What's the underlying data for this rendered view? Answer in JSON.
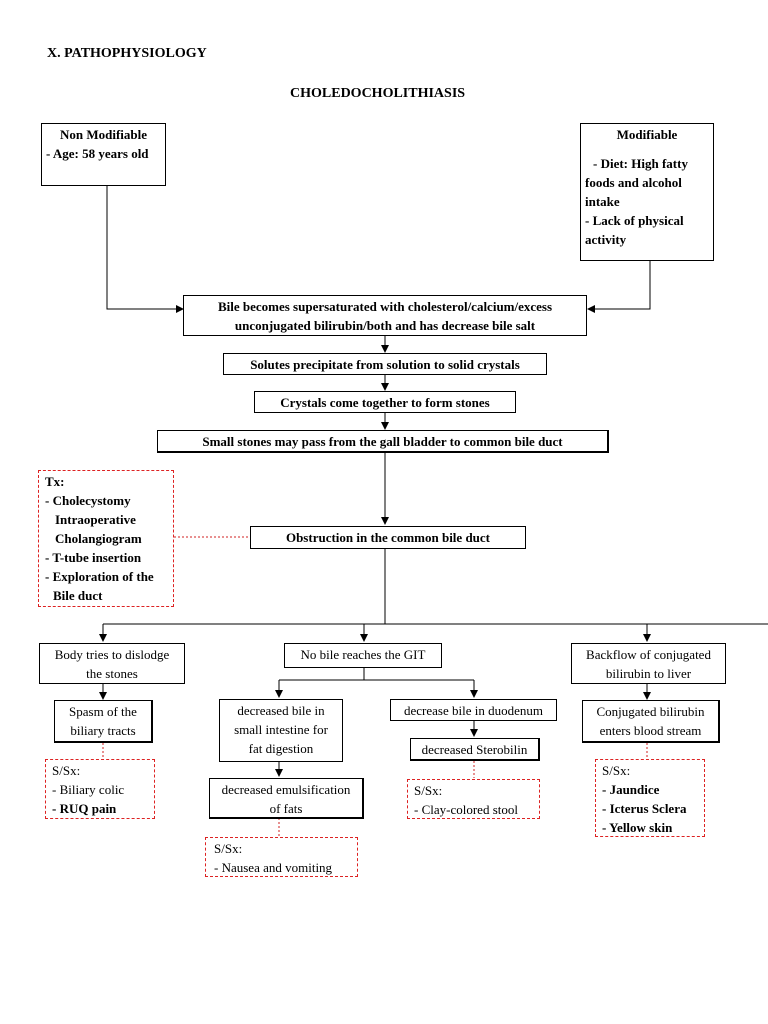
{
  "section_title": "X. PATHOPHYSIOLOGY",
  "diagram_title": "CHOLEDOCHOLITHIASIS",
  "non_modifiable": {
    "title": "Non Modifiable",
    "lines": [
      "- Age: 58 years old"
    ]
  },
  "modifiable": {
    "title": "Modifiable",
    "lines": [
      "- Diet: High fatty",
      "foods and alcohol",
      "intake",
      "- Lack of physical",
      "activity"
    ]
  },
  "chain": {
    "supersaturated": [
      "Bile becomes supersaturated with cholesterol/calcium/excess",
      "unconjugated bilirubin/both and has decrease bile salt"
    ],
    "precipitate": "Solutes precipitate from solution to solid crystals",
    "stones": "Crystals come together to form stones",
    "pass": "Small stones may pass from the gall bladder to common bile duct",
    "obstruction": "Obstruction in the common bile duct"
  },
  "treatment": {
    "title": "Tx:",
    "lines": [
      "- Cholecystomy",
      "Intraoperative",
      "Cholangiogram",
      "- T-tube insertion",
      "- Exploration of the",
      "Bile duct"
    ]
  },
  "branch_left": {
    "box": [
      "Body tries to dislodge",
      "the stones"
    ],
    "child": [
      "Spasm of the",
      "biliary tracts"
    ],
    "ssx_title": "S/Sx:",
    "ssx": [
      "- Biliary colic",
      "- RUQ pain"
    ]
  },
  "branch_mid": {
    "box": "No bile reaches the GIT",
    "left_child": [
      "decreased bile in",
      "small intestine for",
      "fat digestion"
    ],
    "left_grandchild": [
      "decreased emulsification",
      "of fats"
    ],
    "left_ssx_title": "S/Sx:",
    "left_ssx": [
      "- Nausea and vomiting"
    ],
    "right_child": "decrease bile in duodenum",
    "right_grandchild": "decreased Sterobilin",
    "right_ssx_title": "S/Sx:",
    "right_ssx": [
      "- Clay-colored stool"
    ]
  },
  "branch_right": {
    "box": [
      "Backflow of conjugated",
      "bilirubin to liver"
    ],
    "child": [
      "Conjugated bilirubin",
      "enters blood stream"
    ],
    "ssx_title": "S/Sx:",
    "ssx": [
      "- Jaundice",
      "- Icterus Sclera",
      "- Yellow skin"
    ]
  },
  "colors": {
    "dashed_border": "#d22222",
    "line": "#000000"
  }
}
